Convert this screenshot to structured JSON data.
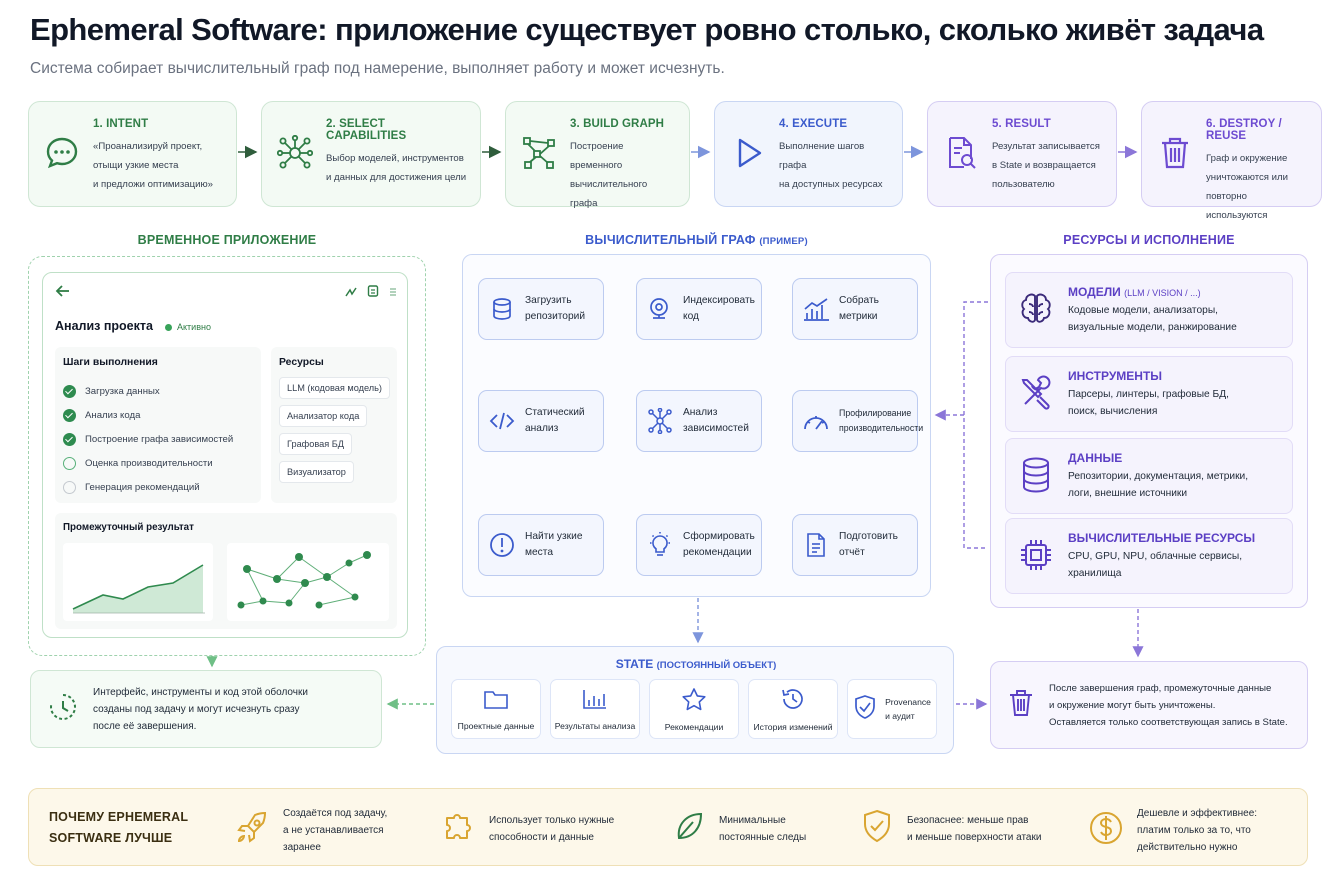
{
  "header": {
    "title": "Ephemeral Software: приложение существует ровно столько, сколько живёт задача",
    "subtitle": "Система собирает вычислительный граф под намерение, выполняет работу и может исчезнуть."
  },
  "steps": [
    {
      "title": "1. INTENT",
      "lines": [
        "«Проанализируй проект,",
        "отыщи узкие места",
        "и предложи оптимизацию»"
      ],
      "icon": "chat-icon"
    },
    {
      "title": "2. SELECT CAPABILITIES",
      "lines": [
        "Выбор моделей, инструментов",
        "и данных для достижения цели"
      ],
      "icon": "network-icon"
    },
    {
      "title": "3. BUILD GRAPH",
      "lines": [
        "Построение временного",
        "вычислительного графа"
      ],
      "icon": "graph-icon"
    },
    {
      "title": "4. EXECUTE",
      "lines": [
        "Выполнение шагов графа",
        "на доступных ресурсах"
      ],
      "icon": "play-icon"
    },
    {
      "title": "5. RESULT",
      "lines": [
        "Результат записывается",
        "в State и возвращается",
        "пользователю"
      ],
      "icon": "document-search-icon"
    },
    {
      "title": "6. DESTROY / REUSE",
      "lines": [
        "Граф и окружение",
        "уничтожаются или",
        "повторно используются"
      ],
      "icon": "trash-icon"
    }
  ],
  "sections": {
    "app": "ВРЕМЕННОЕ ПРИЛОЖЕНИЕ",
    "graph": "ВЫЧИСЛИТЕЛЬНЫЙ ГРАФ",
    "graph_small": "(ПРИМЕР)",
    "resources": "РЕСУРСЫ И ИСПОЛНЕНИЕ"
  },
  "app": {
    "title": "Анализ проекта",
    "status": "Активно",
    "steps_title": "Шаги выполнения",
    "steps": [
      {
        "label": "Загрузка данных",
        "state": "done"
      },
      {
        "label": "Анализ кода",
        "state": "done"
      },
      {
        "label": "Построение графа зависимостей",
        "state": "done"
      },
      {
        "label": "Оценка производительности",
        "state": "progress"
      },
      {
        "label": "Генерация рекомендаций",
        "state": "pending"
      }
    ],
    "resources_title": "Ресурсы",
    "resources": [
      "LLM (кодовая модель)",
      "Анализатор кода",
      "Графовая БД",
      "Визуализатор"
    ],
    "interim_title": "Промежуточный результат",
    "note": [
      "Интерфейс, инструменты и код этой оболочки",
      "созданы под задачу и могут исчезнуть сразу",
      "после её завершения."
    ]
  },
  "graph_nodes": [
    {
      "l1": "Загрузить",
      "l2": "репозиторий",
      "icon": "database-icon"
    },
    {
      "l1": "Индексировать",
      "l2": "код",
      "icon": "index-search-icon"
    },
    {
      "l1": "Собрать",
      "l2": "метрики",
      "icon": "chart-icon"
    },
    {
      "l1": "Статический",
      "l2": "анализ",
      "icon": "code-icon"
    },
    {
      "l1": "Анализ",
      "l2": "зависимостей",
      "icon": "dependency-icon"
    },
    {
      "l1": "Профилирование",
      "l2": "производительности",
      "icon": "gauge-icon"
    },
    {
      "l1": "Найти узкие",
      "l2": "места",
      "icon": "alert-icon"
    },
    {
      "l1": "Сформировать",
      "l2": "рекомендации",
      "icon": "bulb-icon"
    },
    {
      "l1": "Подготовить",
      "l2": "отчёт",
      "icon": "report-icon"
    }
  ],
  "resources": [
    {
      "title": "МОДЕЛИ",
      "small": "(LLM / VISION / ...)",
      "lines": [
        "Кодовые модели, анализаторы,",
        "визуальные модели, ранжирование"
      ],
      "icon": "brain-icon"
    },
    {
      "title": "ИНСТРУМЕНТЫ",
      "small": "",
      "lines": [
        "Парсеры, линтеры, графовые БД,",
        "поиск, вычисления"
      ],
      "icon": "tools-icon"
    },
    {
      "title": "ДАННЫЕ",
      "small": "",
      "lines": [
        "Репозитории, документация, метрики,",
        "логи, внешние источники"
      ],
      "icon": "database-icon"
    },
    {
      "title": "ВЫЧИСЛИТЕЛЬНЫЕ РЕСУРСЫ",
      "small": "",
      "lines": [
        "CPU, GPU, NPU, облачные сервисы,",
        "хранилища"
      ],
      "icon": "chip-icon"
    }
  ],
  "state": {
    "title": "STATE",
    "title_small": "(ПОСТОЯННЫЙ ОБЪЕКТ)",
    "items": [
      {
        "l1": "Проектные данные",
        "icon": "folder-icon"
      },
      {
        "l1": "Результаты анализа",
        "icon": "bar-chart-icon"
      },
      {
        "l1": "Рекомендации",
        "icon": "star-icon"
      },
      {
        "l1": "История изменений",
        "icon": "history-icon"
      },
      {
        "l1": "Provenance",
        "l2": "и аудит",
        "icon": "shield-check-icon"
      }
    ]
  },
  "destroy_note": [
    "После завершения граф, промежуточные данные",
    "и окружение могут быть уничтожены.",
    "Оставляется только соответствующая запись в State."
  ],
  "why": {
    "title1": "ПОЧЕМУ EPHEMERAL",
    "title2": "SOFTWARE ЛУЧШЕ",
    "items": [
      {
        "lines": [
          "Создаётся под задачу,",
          "а не устанавливается",
          "заранее"
        ],
        "icon": "rocket-icon"
      },
      {
        "lines": [
          "Использует только нужные",
          "способности и данные"
        ],
        "icon": "puzzle-icon"
      },
      {
        "lines": [
          "Минимальные",
          "постоянные следы"
        ],
        "icon": "leaf-icon"
      },
      {
        "lines": [
          "Безопаснее: меньше прав",
          "и меньше поверхности атаки"
        ],
        "icon": "shield-icon"
      },
      {
        "lines": [
          "Дешевле и эффективнее:",
          "платим только за то, что",
          "действительно нужно"
        ],
        "icon": "dollar-icon"
      }
    ]
  },
  "colors": {
    "green": "#2f7d46",
    "blue": "#3b5bcc",
    "purple": "#6d4bd1",
    "gold": "#d9a531"
  }
}
